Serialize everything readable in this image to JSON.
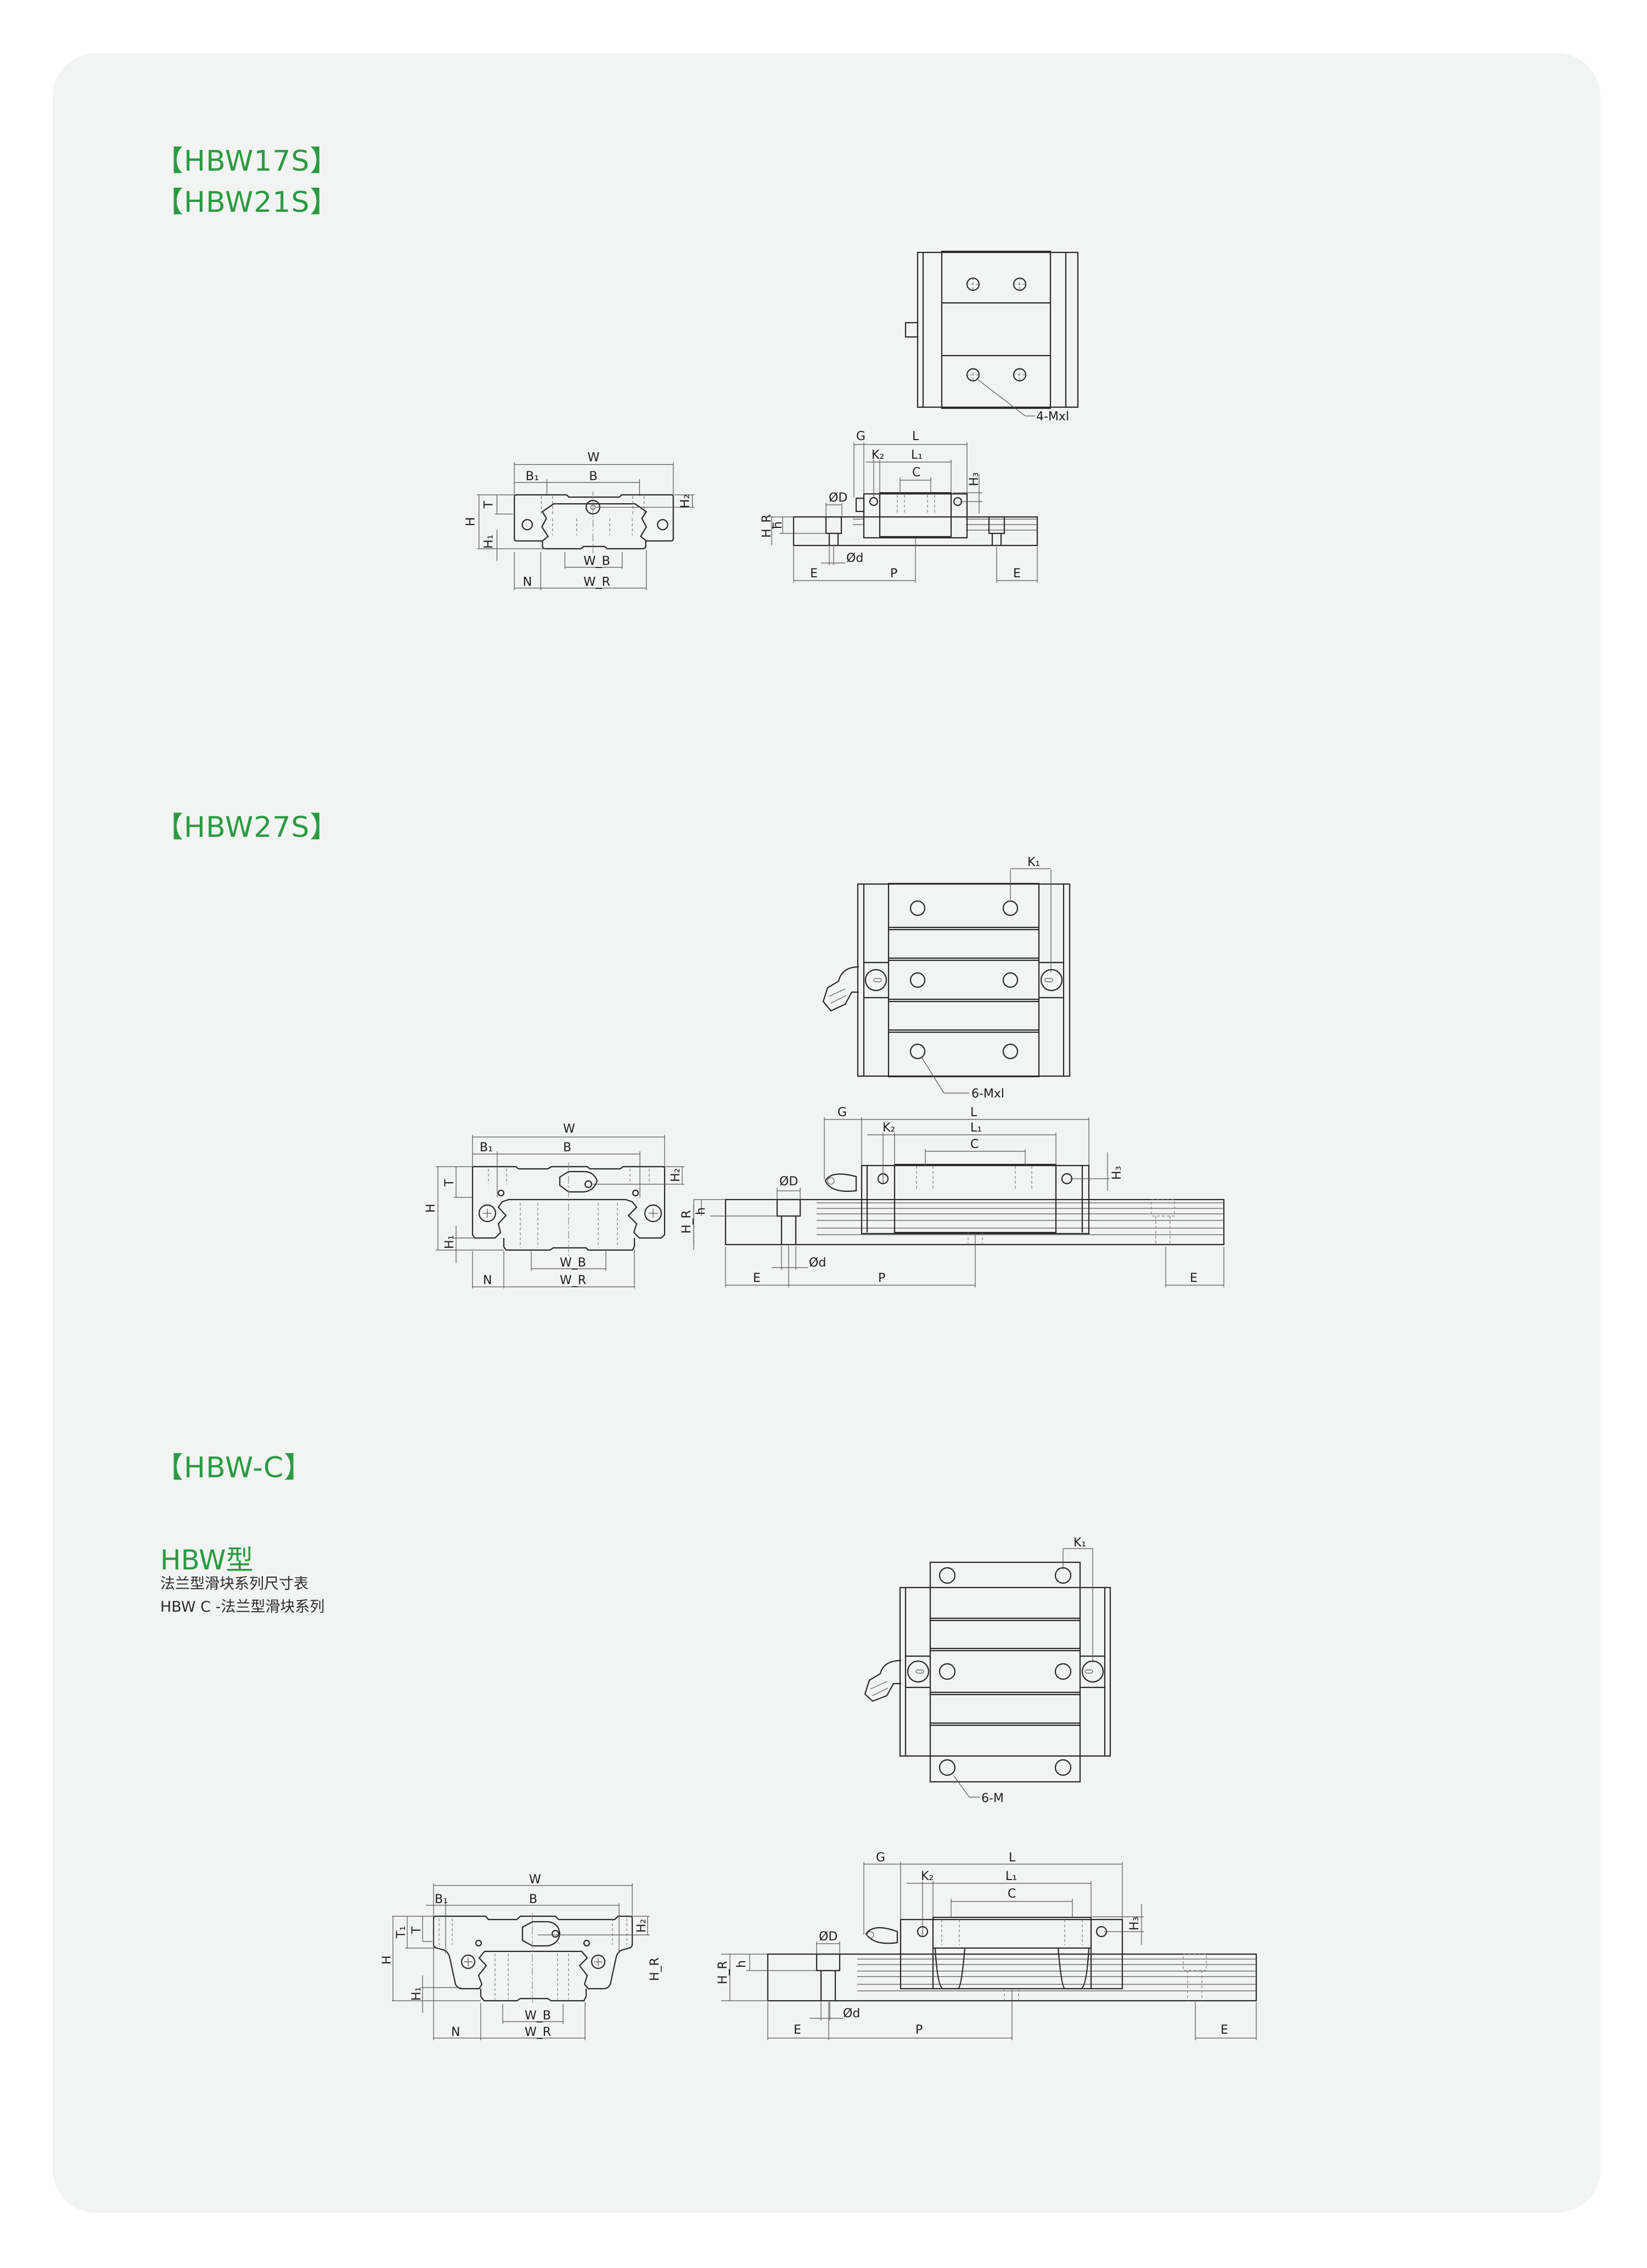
{
  "page": {
    "background": "#ffffff",
    "panel_color": "#f2f3f3",
    "accent_color": "#2a9b41",
    "line_color": "#2a2a2a"
  },
  "sections": [
    {
      "id": "hbw17s-21s",
      "headings": [
        "【HBW17S】",
        "【HBW21S】"
      ],
      "top_view": {
        "callout": "4-Mxl"
      },
      "end_view": {
        "labels": {
          "W": "W",
          "B": "B",
          "B1": "B₁",
          "H": "H",
          "H1": "H₁",
          "H2": "H₂",
          "T": "T",
          "WB": "W_B",
          "WR": "W_R",
          "N": "N"
        }
      },
      "side_view": {
        "labels": {
          "G": "G",
          "L": "L",
          "L1": "L₁",
          "K2": "K₂",
          "C": "C",
          "H3": "H₃",
          "HR": "H_R",
          "h": "h",
          "OD": "ØD",
          "od": "Ød",
          "E_left": "E",
          "P": "P",
          "E_right": "E"
        }
      }
    },
    {
      "id": "hbw27s",
      "headings": [
        "【HBW27S】"
      ],
      "top_view": {
        "callout": "6-Mxl",
        "K1": "K₁"
      },
      "end_view": {
        "labels": {
          "W": "W",
          "B": "B",
          "B1": "B₁",
          "H": "H",
          "H1": "H₁",
          "H2": "H₂",
          "T": "T",
          "WB": "W_B",
          "WR": "W_R",
          "N": "N",
          "HR": "H_R"
        }
      },
      "side_view": {
        "labels": {
          "G": "G",
          "L": "L",
          "L1": "L₁",
          "K2": "K₂",
          "C": "C",
          "H3": "H₃",
          "h": "h",
          "OD": "ØD",
          "od": "Ød",
          "E_left": "E",
          "P": "P",
          "E_right": "E"
        }
      }
    },
    {
      "id": "hbw-c",
      "headings": [
        "【HBW-C】"
      ],
      "subtitle": "HBW型",
      "captions": [
        "法兰型滑块系列尺寸表",
        "HBW C -法兰型滑块系列"
      ],
      "top_view": {
        "callout": "6-M",
        "K1": "K₁"
      },
      "end_view": {
        "labels": {
          "W": "W",
          "B": "B",
          "B1": "B₁",
          "H": "H",
          "H1": "H₁",
          "H2": "H₂",
          "T": "T",
          "T1": "T₁",
          "WB": "W_B",
          "WR": "W_R",
          "N": "N",
          "HR": "H_R"
        }
      },
      "side_view": {
        "labels": {
          "G": "G",
          "L": "L",
          "L1": "L₁",
          "K2": "K₂",
          "C": "C",
          "H3": "H₃",
          "HR": "H_R",
          "h": "h",
          "OD": "ØD",
          "od": "Ød",
          "E_left": "E",
          "P": "P",
          "E_right": "E"
        }
      }
    }
  ]
}
